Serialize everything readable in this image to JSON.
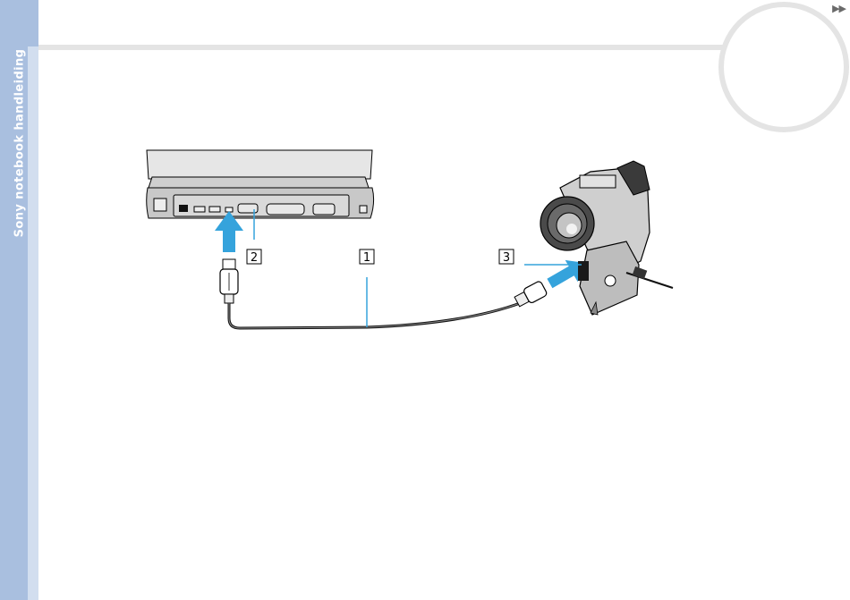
{
  "sidebar": {
    "title": "Sony notebook handleiding"
  },
  "nav": {
    "arrow_glyph": "▶▶"
  },
  "illustration": {
    "callouts": [
      {
        "number": "1"
      },
      {
        "number": "2"
      },
      {
        "number": "3"
      }
    ]
  },
  "colors": {
    "sidebar": "#a9bfdf",
    "sidebar_inner": "#d2deef",
    "rule": "#e4e4e4",
    "arrow_blue": "#35a3dc"
  }
}
